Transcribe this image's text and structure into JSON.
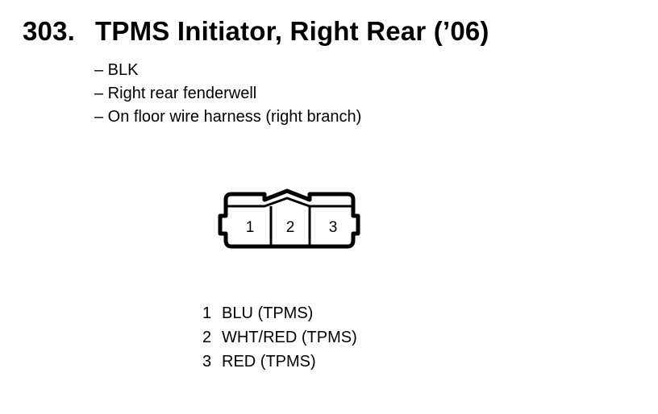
{
  "title": {
    "number": "303.",
    "text": "TPMS Initiator, Right Rear (’06)"
  },
  "details": [
    "– BLK",
    "– Right rear fenderwell",
    "– On floor wire harness (right branch)"
  ],
  "connector": {
    "terminals": [
      "1",
      "2",
      "3"
    ]
  },
  "pins": [
    {
      "no": "1",
      "desc": "BLU (TPMS)"
    },
    {
      "no": "2",
      "desc": "WHT/RED (TPMS)"
    },
    {
      "no": "3",
      "desc": "RED (TPMS)"
    }
  ]
}
